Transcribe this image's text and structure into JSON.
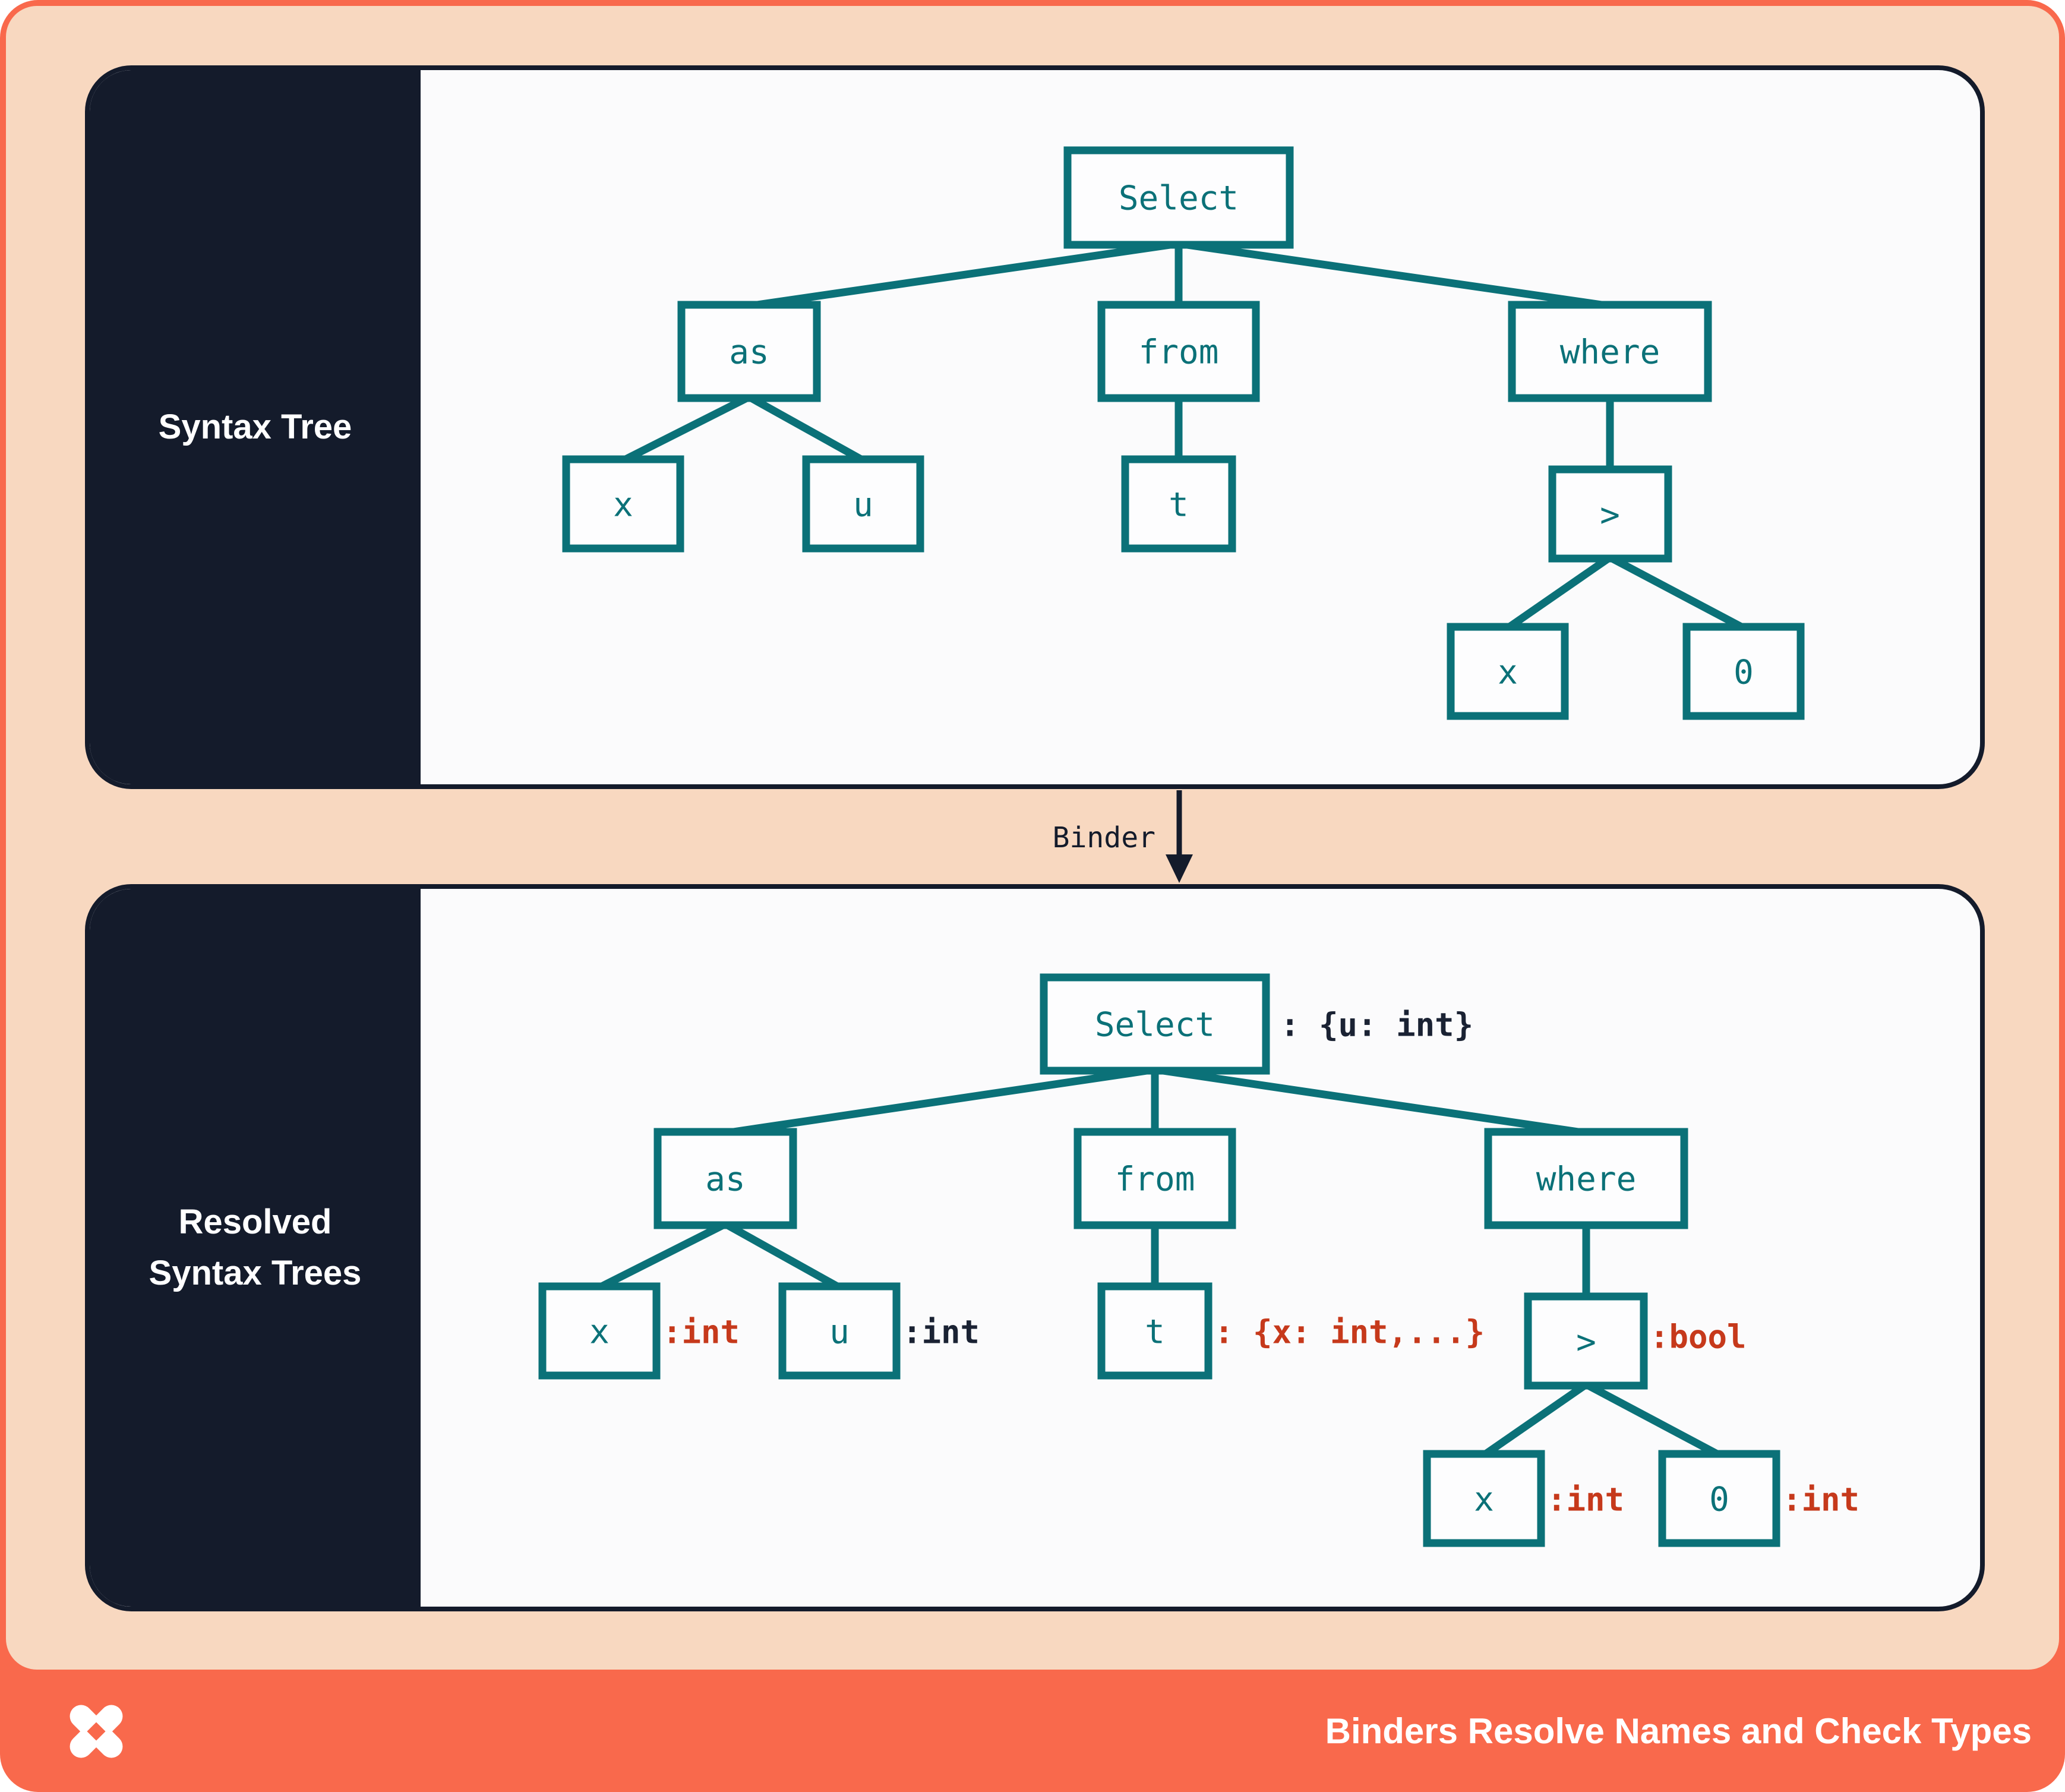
{
  "colors": {
    "frame_orange": "#F9694C",
    "peach": "#F8D8C0",
    "navy": "#141B2B",
    "teal": "#0B7178",
    "type_red": "#C6391B",
    "panel_bg": "#FBFBFC"
  },
  "top_panel": {
    "sidebar_label": "Syntax Tree",
    "nodes": {
      "select": "Select",
      "as_kw": "as",
      "from_kw": "from",
      "where_kw": "where",
      "x1": "x",
      "u1": "u",
      "t": "t",
      "gt": ">",
      "x2": "x",
      "zero": "0"
    }
  },
  "binder": {
    "label": "Binder"
  },
  "bottom_panel": {
    "sidebar_label_line1": "Resolved",
    "sidebar_label_line2": "Syntax Trees",
    "nodes": {
      "select": "Select",
      "select_type": ": {u: int}",
      "as_kw": "as",
      "from_kw": "from",
      "where_kw": "where",
      "x1": "x",
      "x1_type": ":int",
      "u1": "u",
      "u1_type": ":int",
      "t": "t",
      "t_type": ": {x: int,...}",
      "gt": ">",
      "gt_type": ":bool",
      "x2": "x",
      "x2_type": ":int",
      "zero": "0",
      "zero_type": ":int"
    }
  },
  "footer": {
    "title": "Binders Resolve Names and Check Types",
    "logo": "pinwheel-x-logo"
  }
}
